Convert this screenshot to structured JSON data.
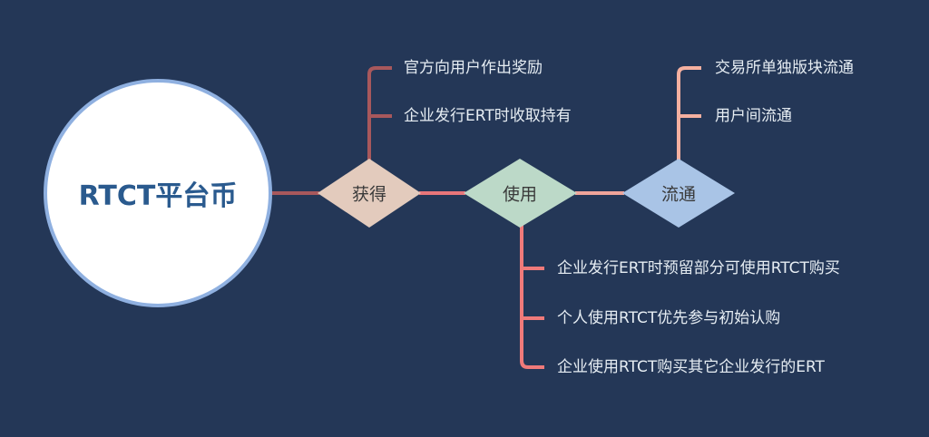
{
  "center": {
    "label": "RTCT平台币"
  },
  "nodes": [
    {
      "label": "获得",
      "color": "#e3cbbd",
      "items": [
        "官方向用户作出奖励",
        "企业发行ERT时收取持有"
      ]
    },
    {
      "label": "使用",
      "color": "#bcd9c8",
      "items": [
        "企业发行ERT时预留部分可使用RTCT购买",
        "个人使用RTCT优先参与初始认购",
        "企业使用RTCT购买其它企业发行的ERT"
      ]
    },
    {
      "label": "流通",
      "color": "#a9c4e6",
      "items": [
        "交易所单独版块流通",
        "用户间流通"
      ]
    }
  ],
  "colors": {
    "background": "#243757",
    "branch_get": "#a8585c",
    "branch_use": "#f07a7a",
    "branch_circ": "#f5b0a0",
    "circle_border": "#8fb0e0"
  }
}
